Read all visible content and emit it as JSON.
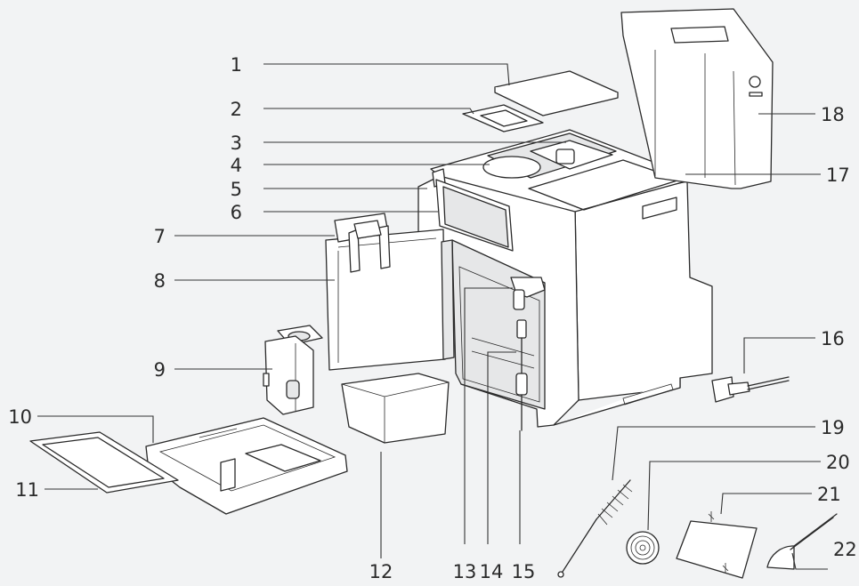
{
  "diagram": {
    "callouts": [
      {
        "id": "1",
        "label": "1"
      },
      {
        "id": "2",
        "label": "2"
      },
      {
        "id": "3",
        "label": "3"
      },
      {
        "id": "4",
        "label": "4"
      },
      {
        "id": "5",
        "label": "5"
      },
      {
        "id": "6",
        "label": "6"
      },
      {
        "id": "7",
        "label": "7"
      },
      {
        "id": "8",
        "label": "8"
      },
      {
        "id": "9",
        "label": "9"
      },
      {
        "id": "10",
        "label": "10"
      },
      {
        "id": "11",
        "label": "11"
      },
      {
        "id": "12",
        "label": "12"
      },
      {
        "id": "13",
        "label": "13"
      },
      {
        "id": "14",
        "label": "14"
      },
      {
        "id": "15",
        "label": "15"
      },
      {
        "id": "16",
        "label": "16"
      },
      {
        "id": "17",
        "label": "17"
      },
      {
        "id": "18",
        "label": "18"
      },
      {
        "id": "19",
        "label": "19"
      },
      {
        "id": "20",
        "label": "20"
      },
      {
        "id": "21",
        "label": "21"
      },
      {
        "id": "22",
        "label": "22"
      }
    ],
    "colors": {
      "background": "#f2f3f4",
      "line": "#2a2a2a",
      "fill": "#ffffff"
    }
  }
}
